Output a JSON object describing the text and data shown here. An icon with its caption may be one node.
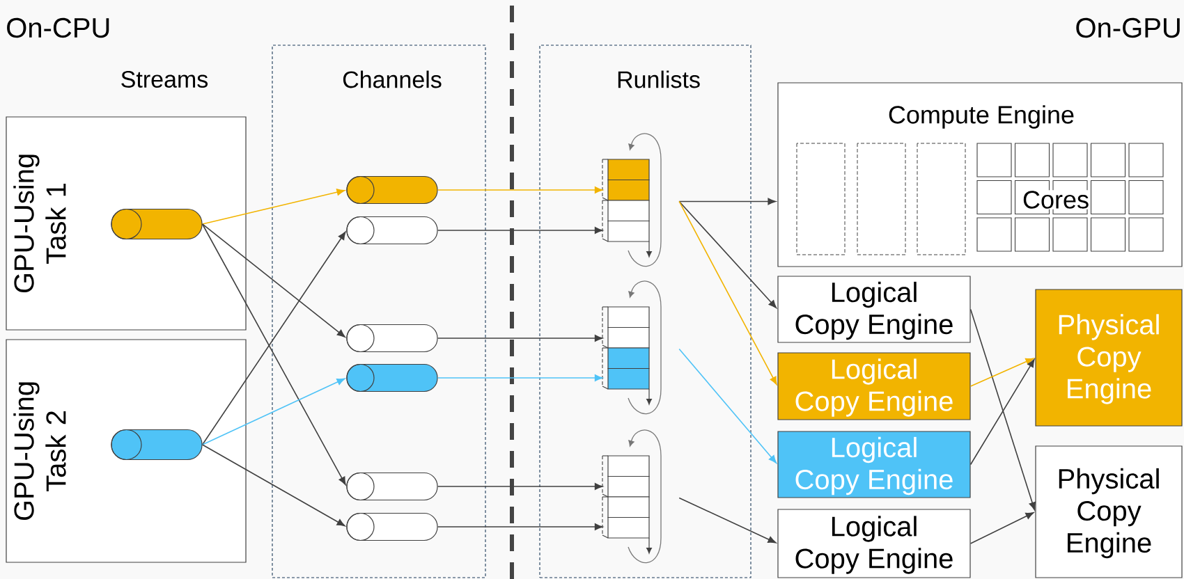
{
  "diagram": {
    "nodes": [
      {
        "text": [
          "GPU-Using Task 1"
        ]
      },
      {
        "text": [],
        "shape": "cylinder",
        "in": 0
      },
      {
        "text": [
          "GPU-Using Task 2"
        ]
      },
      {
        "text": [],
        "shape": "cylinder",
        "in": 2
      },
      {
        "text": [
          "Channels"
        ]
      },
      {
        "text": [],
        "shape": "cylinder",
        "in": 4
      },
      {
        "text": [],
        "shape": "cylinder",
        "in": 4
      },
      {
        "text": [],
        "shape": "cylinder",
        "in": 4
      },
      {
        "text": [],
        "shape": "cylinder",
        "in": 4
      },
      {
        "text": [],
        "shape": "cylinder",
        "in": 4
      },
      {
        "text": [],
        "shape": "cylinder",
        "in": 4
      },
      {
        "text": [
          "Runlists"
        ]
      },
      {
        "text": [],
        "shape": "box",
        "in": 11
      },
      {
        "text": [],
        "shape": "box",
        "in": 11
      },
      {
        "text": [],
        "shape": "box",
        "in": 11
      },
      {
        "text": [
          "Compute Engine",
          "Cores"
        ]
      },
      {
        "text": [
          "Logical Copy Engine"
        ]
      },
      {
        "text": [
          "Logical Copy Engine"
        ]
      },
      {
        "text": [
          "Logical Copy Engine"
        ]
      },
      {
        "text": [
          "Logical Copy Engine"
        ]
      },
      {
        "text": [
          "Physical Copy Engine"
        ]
      },
      {
        "text": [
          "Physical Copy Engine"
        ]
      }
    ],
    "edges": [
      {
        "from": 1,
        "to": 5,
        "arrow": "to",
        "color": "#f2b400"
      },
      {
        "from": 1,
        "to": 7,
        "arrow": "to"
      },
      {
        "from": 1,
        "to": 9,
        "arrow": "to"
      },
      {
        "from": 3,
        "to": 6,
        "arrow": "to"
      },
      {
        "from": 3,
        "to": 8,
        "arrow": "to",
        "color": "#4fc3f7"
      },
      {
        "from": 3,
        "to": 10,
        "arrow": "to"
      },
      {
        "from": 5,
        "to": 12,
        "arrow": "to",
        "color": "#f2b400"
      },
      {
        "from": 6,
        "to": 12,
        "arrow": "to"
      },
      {
        "from": 7,
        "to": 13,
        "arrow": "to"
      },
      {
        "from": 8,
        "to": 13,
        "arrow": "to",
        "color": "#4fc3f7"
      },
      {
        "from": 9,
        "to": 14,
        "arrow": "to"
      },
      {
        "from": 10,
        "to": 14,
        "arrow": "to"
      },
      {
        "from": 12,
        "to": 15,
        "arrow": "to"
      },
      {
        "from": 12,
        "to": 16,
        "arrow": "to"
      },
      {
        "from": 12,
        "to": 17,
        "arrow": "to",
        "color": "#f2b400"
      },
      {
        "from": 13,
        "to": 18,
        "arrow": "to",
        "color": "#4fc3f7"
      },
      {
        "from": 14,
        "to": 19,
        "arrow": "to"
      },
      {
        "from": 16,
        "to": 21,
        "arrow": "to"
      },
      {
        "from": 17,
        "to": 20,
        "arrow": "to",
        "color": "#f2b400"
      },
      {
        "from": 18,
        "to": 20,
        "arrow": "to"
      },
      {
        "from": 19,
        "to": 21,
        "arrow": "to"
      }
    ],
    "labels": [
      "On-CPU",
      "Streams",
      "On-GPU"
    ]
  }
}
